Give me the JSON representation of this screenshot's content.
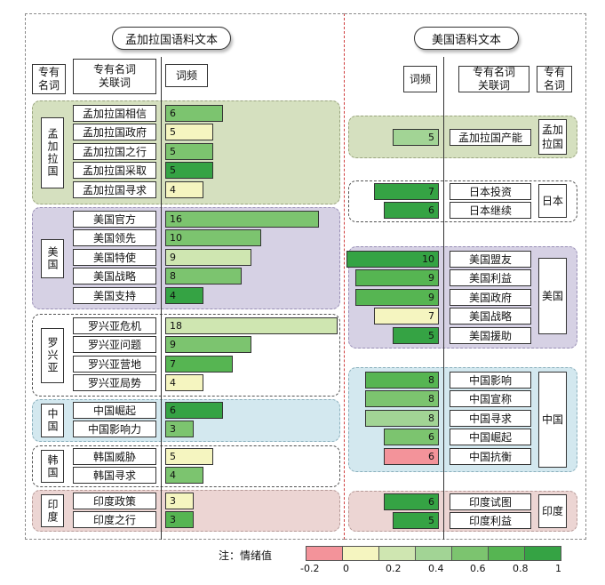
{
  "headings": {
    "left_title": "孟加拉国语料文本",
    "right_title": "美国语料文本",
    "left_col_entity": "专有\n名词",
    "left_col_related": "专有名词\n关联词",
    "left_col_freq": "词频",
    "right_col_freq": "词频",
    "right_col_related": "专有名词\n关联词",
    "right_col_entity": "专有\n名词"
  },
  "colors": {
    "neg": "#f3939a",
    "c0": "#f5f5c0",
    "c1": "#cfe6b1",
    "c2": "#a2d495",
    "c3": "#7cc46f",
    "c4": "#56b552",
    "c5": "#35a344"
  },
  "left_groups": [
    {
      "entity": "孟加拉国",
      "items": [
        {
          "kw": "孟加拉国相信",
          "freq": "6",
          "freq_value": 6,
          "color": "#7cc46f"
        },
        {
          "kw": "孟加拉国政府",
          "freq": "5",
          "freq_value": 5,
          "color": "#f5f5c0"
        },
        {
          "kw": "孟加拉国之行",
          "freq": "5",
          "freq_value": 5,
          "color": "#7cc46f"
        },
        {
          "kw": "孟加拉国采取",
          "freq": "5",
          "freq_value": 5,
          "color": "#35a344"
        },
        {
          "kw": "孟加拉国寻求",
          "freq": "4",
          "freq_value": 4,
          "color": "#f5f5c0"
        }
      ]
    },
    {
      "entity": "美国",
      "items": [
        {
          "kw": "美国官方",
          "freq": "16",
          "freq_value": 16,
          "color": "#7cc46f"
        },
        {
          "kw": "美国领先",
          "freq": "10",
          "freq_value": 10,
          "color": "#7cc46f"
        },
        {
          "kw": "美国特使",
          "freq": "9",
          "freq_value": 9,
          "color": "#cfe6b1"
        },
        {
          "kw": "美国战略",
          "freq": "8",
          "freq_value": 8,
          "color": "#7cc46f"
        },
        {
          "kw": "美国支持",
          "freq": "4",
          "freq_value": 4,
          "color": "#35a344"
        }
      ]
    },
    {
      "entity": "罗兴亚",
      "items": [
        {
          "kw": "罗兴亚危机",
          "freq": "18",
          "freq_value": 18,
          "color": "#cfe6b1"
        },
        {
          "kw": "罗兴亚问题",
          "freq": "9",
          "freq_value": 9,
          "color": "#7cc46f"
        },
        {
          "kw": "罗兴亚营地",
          "freq": "7",
          "freq_value": 7,
          "color": "#56b552"
        },
        {
          "kw": "罗兴亚局势",
          "freq": "4",
          "freq_value": 4,
          "color": "#f5f5c0"
        }
      ]
    },
    {
      "entity": "中国",
      "items": [
        {
          "kw": "中国崛起",
          "freq": "6",
          "freq_value": 6,
          "color": "#35a344"
        },
        {
          "kw": "中国影响力",
          "freq": "3",
          "freq_value": 3,
          "color": "#7cc46f"
        }
      ]
    },
    {
      "entity": "韩国",
      "items": [
        {
          "kw": "韩国威胁",
          "freq": "5",
          "freq_value": 5,
          "color": "#f5f5c0"
        },
        {
          "kw": "韩国寻求",
          "freq": "4",
          "freq_value": 4,
          "color": "#7cc46f"
        }
      ]
    },
    {
      "entity": "印度",
      "items": [
        {
          "kw": "印度政策",
          "freq": "3",
          "freq_value": 3,
          "color": "#f5f5c0"
        },
        {
          "kw": "印度之行",
          "freq": "3",
          "freq_value": 3,
          "color": "#56b552"
        }
      ]
    }
  ],
  "right_groups": [
    {
      "entity": "孟加拉国",
      "items": [
        {
          "kw": "孟加拉国产能",
          "freq": "5",
          "freq_value": 5,
          "color": "#a2d495"
        }
      ]
    },
    {
      "entity": "日本",
      "items": [
        {
          "kw": "日本投资",
          "freq": "7",
          "freq_value": 7,
          "color": "#35a344"
        },
        {
          "kw": "日本继续",
          "freq": "6",
          "freq_value": 6,
          "color": "#35a344"
        }
      ]
    },
    {
      "entity": "美国",
      "items": [
        {
          "kw": "美国盟友",
          "freq": "10",
          "freq_value": 10,
          "color": "#35a344"
        },
        {
          "kw": "美国利益",
          "freq": "9",
          "freq_value": 9,
          "color": "#56b552"
        },
        {
          "kw": "美国政府",
          "freq": "9",
          "freq_value": 9,
          "color": "#56b552"
        },
        {
          "kw": "美国战略",
          "freq": "7",
          "freq_value": 7,
          "color": "#f5f5c0"
        },
        {
          "kw": "美国援助",
          "freq": "5",
          "freq_value": 5,
          "color": "#35a344"
        }
      ]
    },
    {
      "entity": "中国",
      "items": [
        {
          "kw": "中国影响",
          "freq": "8",
          "freq_value": 8,
          "color": "#56b552"
        },
        {
          "kw": "中国宣称",
          "freq": "8",
          "freq_value": 8,
          "color": "#7cc46f"
        },
        {
          "kw": "中国寻求",
          "freq": "8",
          "freq_value": 8,
          "color": "#a2d495"
        },
        {
          "kw": "中国崛起",
          "freq": "6",
          "freq_value": 6,
          "color": "#7cc46f"
        },
        {
          "kw": "中国抗衡",
          "freq": "6",
          "freq_value": 6,
          "color": "#f3939a"
        }
      ]
    },
    {
      "entity": "印度",
      "items": [
        {
          "kw": "印度试图",
          "freq": "6",
          "freq_value": 6,
          "color": "#35a344"
        },
        {
          "kw": "印度利益",
          "freq": "5",
          "freq_value": 5,
          "color": "#35a344"
        }
      ]
    }
  ],
  "legend": {
    "title": "注：情绪值",
    "colors": [
      "#f3939a",
      "#f5f5c0",
      "#cfe6b1",
      "#a2d495",
      "#7cc46f",
      "#56b552",
      "#35a344"
    ],
    "ticks": [
      "-0.2",
      "0",
      "0.2",
      "0.4",
      "0.6",
      "0.8",
      "1"
    ]
  }
}
